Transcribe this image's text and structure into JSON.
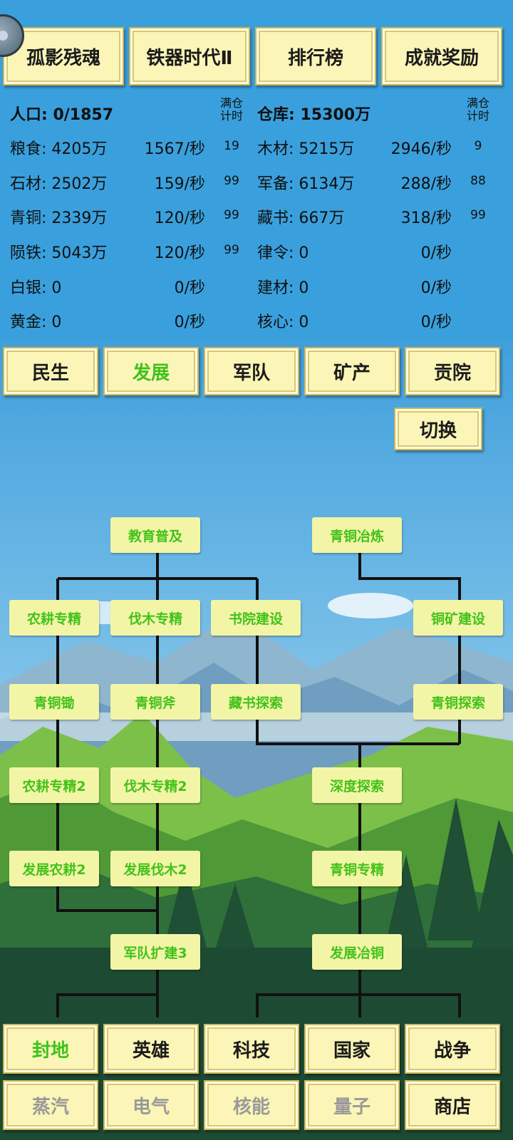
{
  "header": {
    "buttons": [
      "孤影残魂",
      "铁器时代Ⅱ",
      "排行榜",
      "成就奖励"
    ]
  },
  "stats": {
    "population_label": "人口: 0/1857",
    "warehouse_label": "仓库: 15300万",
    "full_timer_label_1": "满仓",
    "full_timer_label_2": "计时",
    "left": [
      {
        "label": "粮食: 4205万",
        "rate": "1567/秒",
        "timer": "19"
      },
      {
        "label": "石材: 2502万",
        "rate": "159/秒",
        "timer": "99"
      },
      {
        "label": "青铜: 2339万",
        "rate": "120/秒",
        "timer": "99"
      },
      {
        "label": "陨铁: 5043万",
        "rate": "120/秒",
        "timer": "99"
      },
      {
        "label": "白银: 0",
        "rate": "0/秒",
        "timer": ""
      },
      {
        "label": "黄金: 0",
        "rate": "0/秒",
        "timer": ""
      }
    ],
    "right": [
      {
        "label": "木材: 5215万",
        "rate": "2946/秒",
        "timer": "9"
      },
      {
        "label": "军备: 6134万",
        "rate": "288/秒",
        "timer": "88"
      },
      {
        "label": "藏书: 667万",
        "rate": "318/秒",
        "timer": "99"
      },
      {
        "label": "律令: 0",
        "rate": "0/秒",
        "timer": ""
      },
      {
        "label": "建材: 0",
        "rate": "0/秒",
        "timer": ""
      },
      {
        "label": "核心: 0",
        "rate": "0/秒",
        "timer": ""
      }
    ]
  },
  "category_tabs": [
    "民生",
    "发展",
    "军队",
    "矿产",
    "贡院"
  ],
  "active_category": "发展",
  "switch_label": "切换",
  "tech_nodes": {
    "n_edu": "教育普及",
    "n_bronze_smelt": "青铜冶炼",
    "n_farm": "农耕专精",
    "n_wood": "伐木专精",
    "n_academy": "书院建设",
    "n_copper_mine": "铜矿建设",
    "n_hoe": "青铜锄",
    "n_axe": "青铜斧",
    "n_book_explore": "藏书探索",
    "n_bronze_explore": "青铜探索",
    "n_farm2": "农耕专精2",
    "n_wood2": "伐木专精2",
    "n_deep": "深度探索",
    "n_devfarm2": "发展农耕2",
    "n_devwood2": "发展伐木2",
    "n_bronze_master": "青铜专精",
    "n_army3": "军队扩建3",
    "n_dev_smelt": "发展冶铜"
  },
  "bottom_nav": {
    "row1": [
      "封地",
      "英雄",
      "科技",
      "国家",
      "战争"
    ],
    "row2": [
      "蒸汽",
      "电气",
      "核能",
      "量子",
      "商店"
    ]
  },
  "colors": {
    "active_green": "#3ec21c",
    "disabled_grey": "#9a9a9a",
    "plaque": "#fbf5b7",
    "node": "#f3f5a6",
    "panel_blue": "#3aa0dd"
  }
}
